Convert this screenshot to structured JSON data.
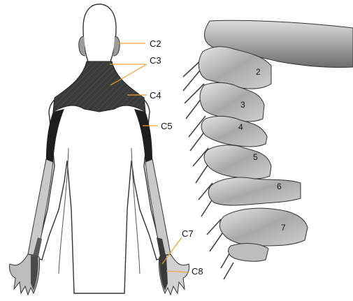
{
  "dermatome_labels": [
    {
      "id": "c2",
      "text": "C2"
    },
    {
      "id": "c3",
      "text": "C3"
    },
    {
      "id": "c4",
      "text": "C4"
    },
    {
      "id": "c5",
      "text": "C5"
    },
    {
      "id": "c7",
      "text": "C7"
    },
    {
      "id": "c8",
      "text": "C8"
    }
  ],
  "vertebra_numbers": [
    {
      "id": "v2",
      "text": "2"
    },
    {
      "id": "v3",
      "text": "3"
    },
    {
      "id": "v4",
      "text": "4"
    },
    {
      "id": "v5",
      "text": "5"
    },
    {
      "id": "v6",
      "text": "6"
    },
    {
      "id": "v7",
      "text": "7"
    }
  ],
  "colors": {
    "leader": "#e8a23c",
    "dark_region": "#2e2e2e",
    "mid_region": "#5a5a5a",
    "light_region": "#c8c8c8",
    "bone": "#b9b9b9"
  }
}
